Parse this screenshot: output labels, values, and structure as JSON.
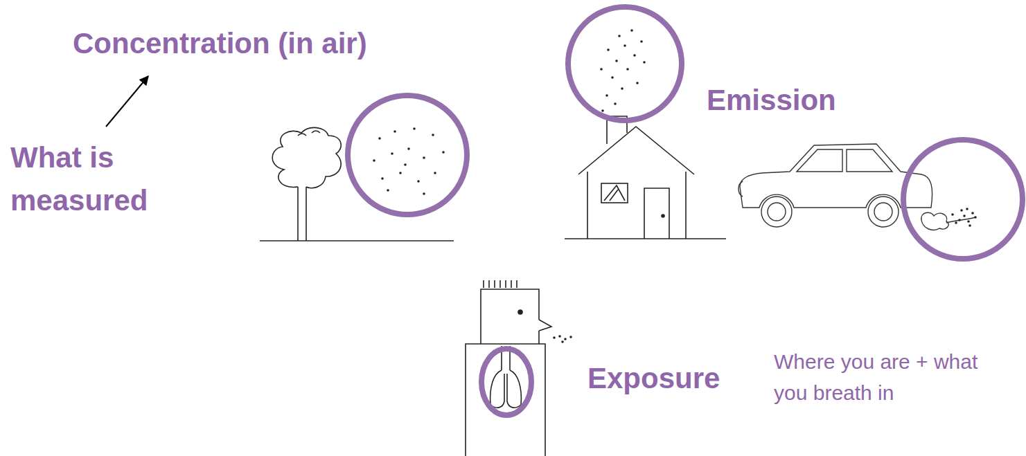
{
  "diagram": {
    "labels": [
      "Concentration (in air)",
      "What is measured",
      "Emission",
      "Exposure",
      "Where you are + what you breath in"
    ]
  }
}
